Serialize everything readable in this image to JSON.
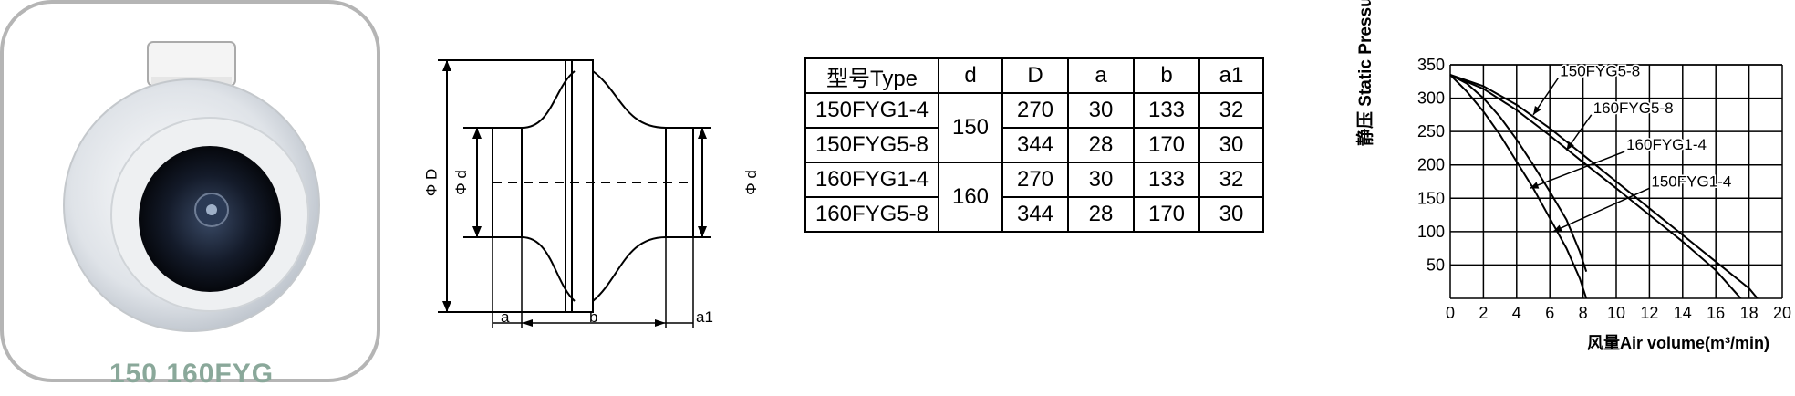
{
  "product": {
    "caption": "150 160FYG",
    "photo_alt": "circular duct fan"
  },
  "drawing": {
    "labels": {
      "phi_D": "Φ D",
      "phi_d_left": "Φ d",
      "phi_d_right": "Φ d",
      "a": "a",
      "b": "b",
      "a1": "a1"
    }
  },
  "spec_table": {
    "headers": [
      "型号Type",
      "d",
      "D",
      "a",
      "b",
      "a1"
    ],
    "rows": [
      {
        "type": "150FYG1-4",
        "d": "150",
        "D": "270",
        "a": "30",
        "b": "133",
        "a1": "32"
      },
      {
        "type": "150FYG5-8",
        "d": "",
        "D": "344",
        "a": "28",
        "b": "170",
        "a1": "30"
      },
      {
        "type": "160FYG1-4",
        "d": "160",
        "D": "270",
        "a": "30",
        "b": "133",
        "a1": "32"
      },
      {
        "type": "160FYG5-8",
        "d": "",
        "D": "344",
        "a": "28",
        "b": "170",
        "a1": "30"
      }
    ]
  },
  "chart_data": {
    "type": "line",
    "xlabel": "风量Air volume(m³/min)",
    "ylabel": "静压 Static Pressure(Pa)",
    "xlim": [
      0,
      20
    ],
    "ylim": [
      0,
      350
    ],
    "x_ticks": [
      "0",
      "2",
      "4",
      "6",
      "8",
      "10",
      "12",
      "14",
      "16",
      "18",
      "20"
    ],
    "y_ticks": [
      "50",
      "100",
      "150",
      "200",
      "250",
      "300",
      "350"
    ],
    "grid": true,
    "series": [
      {
        "name": "150FYG5-8",
        "points": [
          [
            0,
            335
          ],
          [
            2,
            318
          ],
          [
            4,
            290
          ],
          [
            6,
            255
          ],
          [
            8,
            215
          ],
          [
            10,
            175
          ],
          [
            12,
            135
          ],
          [
            14,
            95
          ],
          [
            16,
            55
          ],
          [
            18,
            15
          ],
          [
            18.5,
            0
          ]
        ]
      },
      {
        "name": "160FYG5-8",
        "points": [
          [
            0,
            335
          ],
          [
            2,
            314
          ],
          [
            4,
            282
          ],
          [
            6,
            244
          ],
          [
            8,
            204
          ],
          [
            10,
            165
          ],
          [
            12,
            125
          ],
          [
            14,
            85
          ],
          [
            16,
            42
          ],
          [
            17.5,
            0
          ]
        ]
      },
      {
        "name": "160FYG1-4",
        "points": [
          [
            0,
            335
          ],
          [
            1,
            310
          ],
          [
            2,
            280
          ],
          [
            3,
            245
          ],
          [
            4,
            205
          ],
          [
            5,
            165
          ],
          [
            6,
            120
          ],
          [
            7,
            75
          ],
          [
            7.8,
            30
          ],
          [
            8.2,
            0
          ]
        ]
      },
      {
        "name": "150FYG1-4",
        "points": [
          [
            0,
            335
          ],
          [
            1,
            322
          ],
          [
            2,
            300
          ],
          [
            3,
            272
          ],
          [
            4,
            238
          ],
          [
            5,
            200
          ],
          [
            6,
            160
          ],
          [
            7,
            118
          ],
          [
            7.8,
            70
          ],
          [
            8.2,
            40
          ]
        ]
      }
    ],
    "annotations": [
      {
        "text": "150FYG5-8",
        "x": 6.5,
        "y": 330,
        "arrow_to": [
          5,
          275
        ]
      },
      {
        "text": "160FYG5-8",
        "x": 8.5,
        "y": 275,
        "arrow_to": [
          7,
          222
        ]
      },
      {
        "text": "160FYG1-4",
        "x": 10.5,
        "y": 220,
        "arrow_to": [
          4.8,
          165
        ]
      },
      {
        "text": "150FYG1-4",
        "x": 12,
        "y": 165,
        "arrow_to": [
          6.2,
          100
        ]
      }
    ]
  }
}
